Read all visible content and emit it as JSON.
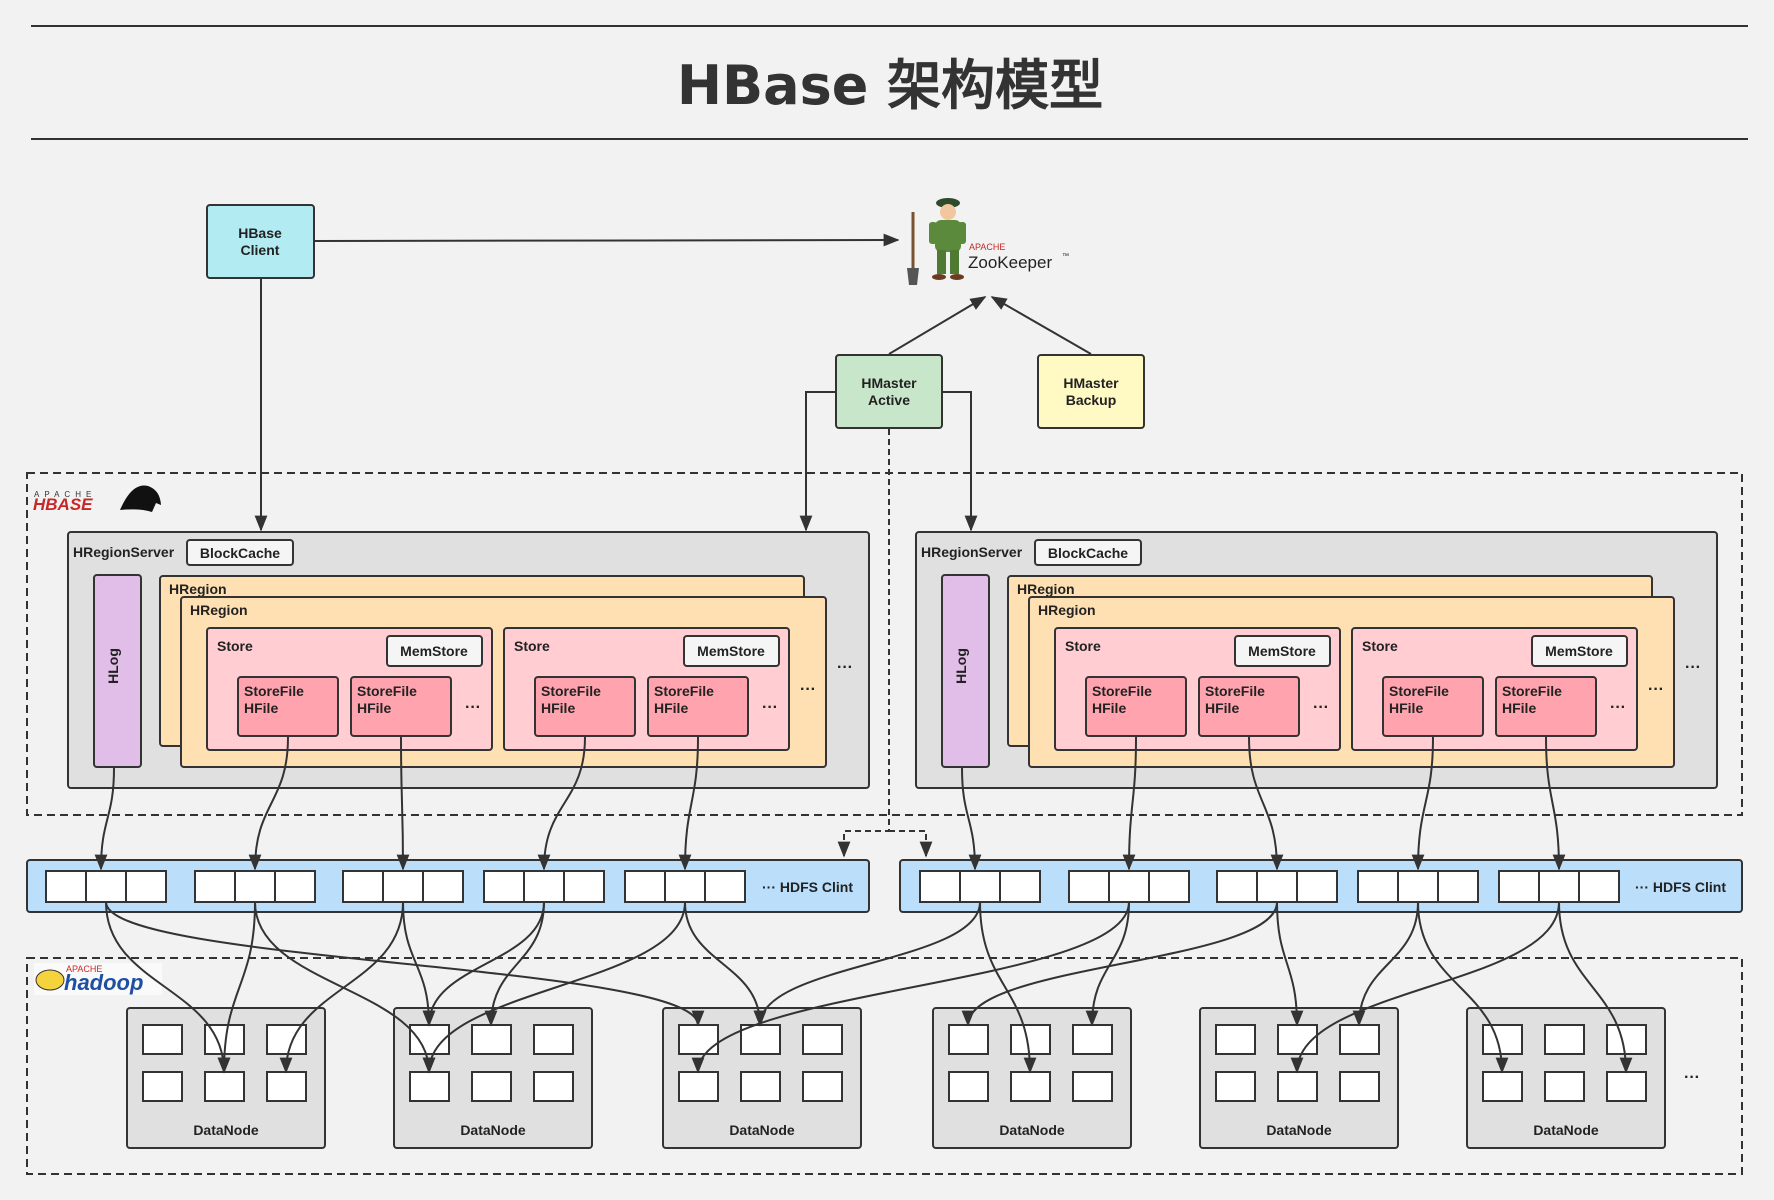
{
  "title": "HBase 架构模型",
  "client": {
    "line1": "HBase",
    "line2": "Client"
  },
  "zookeeper": {
    "apache": "APACHE",
    "name": "ZooKeeper",
    "tm": "™"
  },
  "hmaster_active": {
    "line1": "HMaster",
    "line2": "Active"
  },
  "hmaster_backup": {
    "line1": "HMaster",
    "line2": "Backup"
  },
  "hbase_logo": {
    "apache": "APACHE",
    "name": "HBASE"
  },
  "hadoop_logo": {
    "apache": "APACHE",
    "name": "hadoop"
  },
  "region_server": {
    "label": "HRegionServer",
    "blockcache": "BlockCache",
    "hlog": "HLog",
    "hregion": "HRegion",
    "store": "Store",
    "memstore": "MemStore",
    "storefile_line1": "StoreFile",
    "storefile_line2": "HFile",
    "ellipsis": "···"
  },
  "hdfs": {
    "label": "HDFS Clint",
    "ellipsis": "···"
  },
  "datanode": {
    "label": "DataNode",
    "count": 6,
    "ellipsis": "···"
  },
  "colors": {
    "client": "#b2ebf2",
    "hmaster_active": "#c8e6c9",
    "hmaster_backup": "#fff9c4",
    "hlog": "#e1bee7",
    "hregion": "#ffe0b2",
    "store": "#ffcdd2",
    "storefile": "#ffa4ae",
    "hdfs": "#bbdefb",
    "server": "#e0e0e0",
    "line": "#333333"
  }
}
